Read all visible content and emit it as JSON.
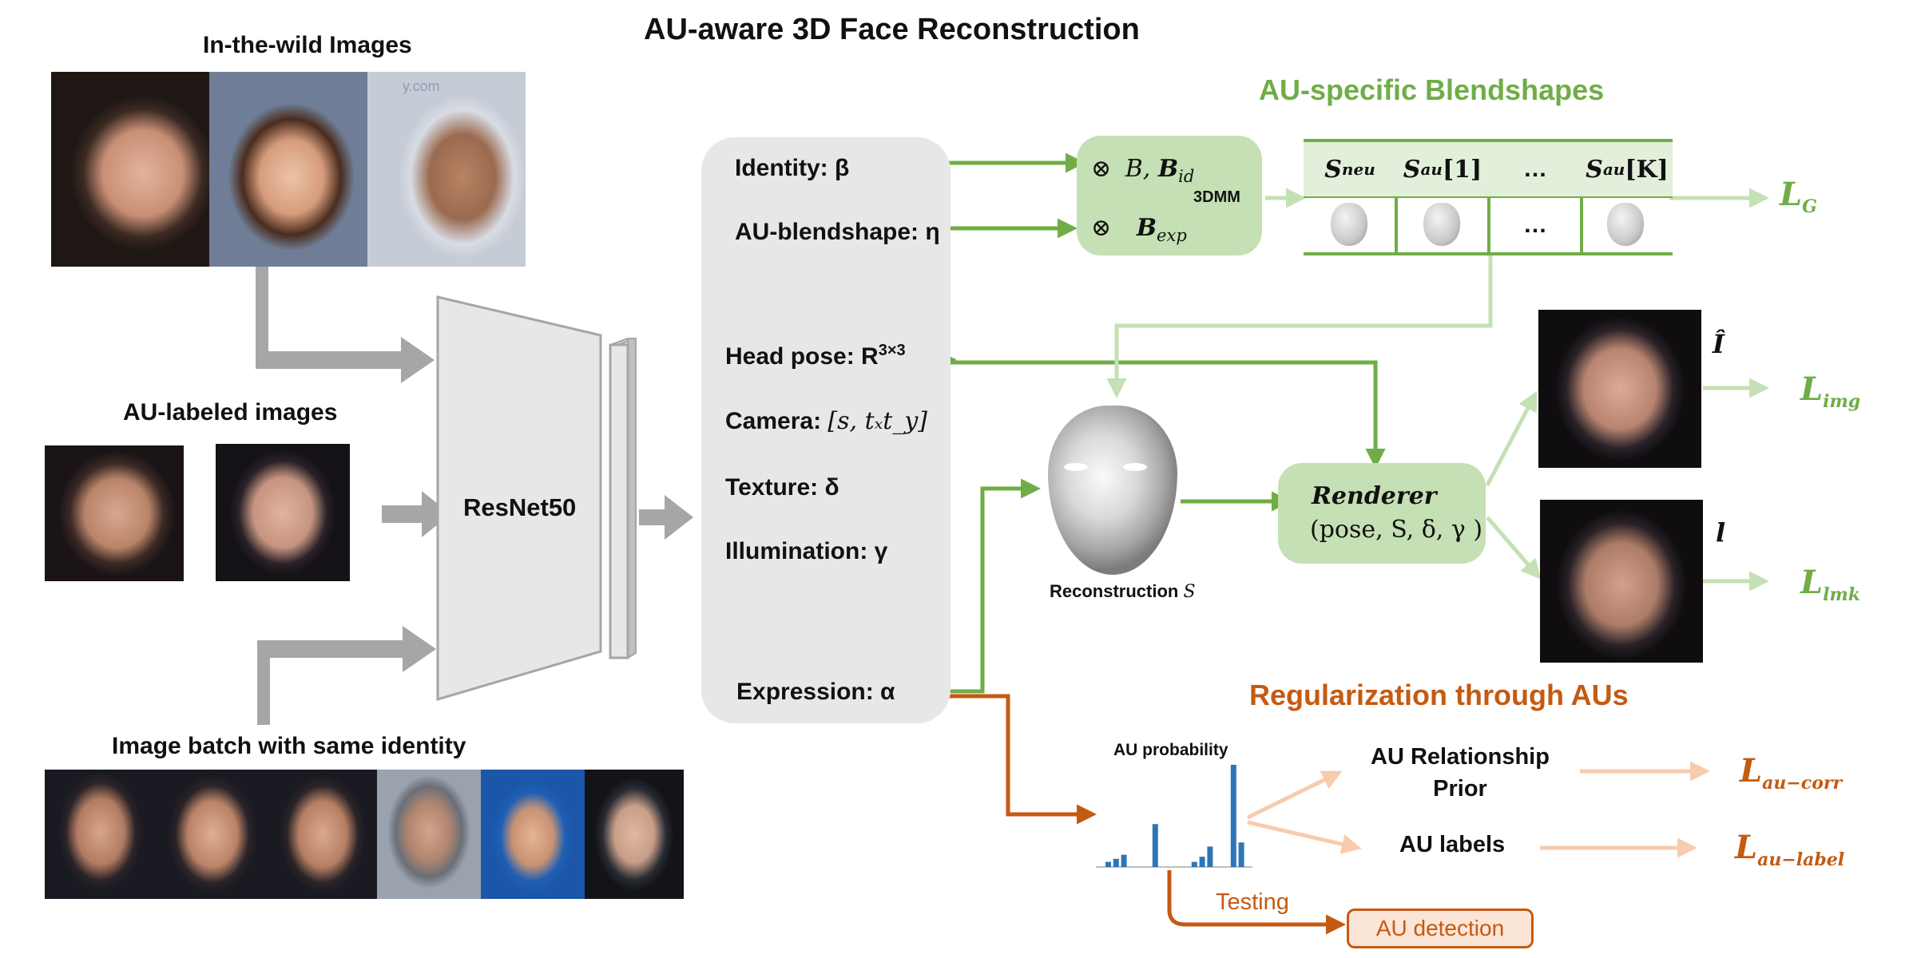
{
  "title": "AU-aware 3D Face Reconstruction",
  "inputs": {
    "wild_caption": "In-the-wild Images",
    "au_caption": "AU-labeled images",
    "batch_caption": "Image batch with same identity",
    "watermark": "y.com"
  },
  "encoder": {
    "label": "ResNet50"
  },
  "params": {
    "identity": "Identity: β",
    "au_blendshape": "AU-blendshape: η",
    "head_pose": "Head pose: R",
    "head_pose_sup": "3×3",
    "camera": "Camera: ",
    "camera_val": "[s, tₓt_y]",
    "texture": "Texture:  δ",
    "illumination": "Illumination: γ",
    "expression": "Expression: α"
  },
  "model_box": {
    "row1_op": "⊗",
    "row1_text": "B, ",
    "row1_bold": "B",
    "row1_sub": "id",
    "tag": "3DMM",
    "row2_op": "⊗",
    "row2_bold": "B",
    "row2_sub": "exp"
  },
  "blendshapes": {
    "heading": "AU-specific Blendshapes",
    "cells": [
      {
        "main": "S",
        "sub": "neu",
        "suffix": ""
      },
      {
        "main": "S",
        "sub": "au",
        "suffix": "[1]"
      },
      {
        "main": "…",
        "sub": "",
        "suffix": ""
      },
      {
        "main": "S",
        "sub": "au",
        "suffix": "[K]"
      }
    ],
    "row2_dots": "…"
  },
  "reconstruction": {
    "caption": "Reconstruction ",
    "symbol": "S"
  },
  "renderer": {
    "name": "Renderer",
    "args": "(pose, S, δ, γ )"
  },
  "outputs": {
    "img_symbol": "Î",
    "lmk_symbol": "l"
  },
  "losses": {
    "g": {
      "main": "L",
      "sub": "G"
    },
    "img": {
      "main": "L",
      "sub": "img"
    },
    "lmk": {
      "main": "L",
      "sub": "lmk"
    },
    "corr": {
      "main": "L",
      "sub": "au−corr"
    },
    "label": {
      "main": "L",
      "sub": "au−label"
    }
  },
  "regularization": {
    "heading": "Regularization through AUs",
    "prob_caption": "AU probability",
    "prior_line1": "AU Relationship",
    "prior_line2": "Prior",
    "labels": "AU labels",
    "testing": "Testing",
    "detection": "AU detection"
  },
  "au_probability": {
    "type": "bar",
    "values": [
      0.05,
      0.08,
      0.12,
      0,
      0,
      0,
      0.42,
      0,
      0,
      0,
      0,
      0.05,
      0.1,
      0.2,
      0,
      0,
      1.0,
      0.24
    ],
    "ylim": [
      0,
      1
    ]
  },
  "colors": {
    "green": "#70ad47",
    "light_green": "#c5e0b4",
    "dark_green": "#548235",
    "orange": "#c55a11",
    "light_orange": "#f4b183",
    "gray_arrow": "#a6a6a6",
    "panel": "#e7e7e7",
    "bar": "#2e75b6"
  }
}
